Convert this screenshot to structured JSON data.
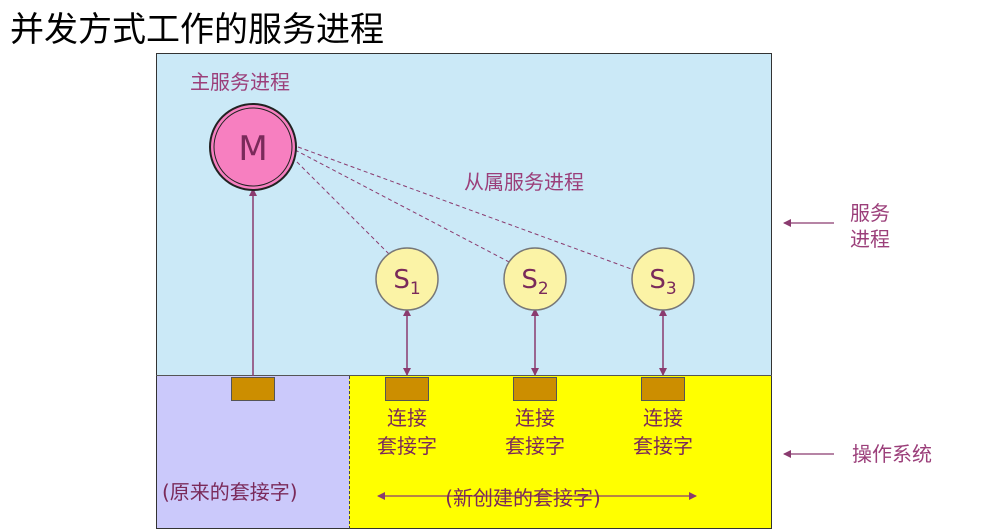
{
  "title": "并发方式工作的服务进程",
  "labels": {
    "master_process": "主服务进程",
    "slave_processes": "从属服务进程",
    "server_process": [
      "服务",
      "进程"
    ],
    "os": "操作系统",
    "original_socket": "(原来的套接字)",
    "new_sockets": "(新创建的套接字)",
    "connection_socket": [
      "连接",
      "套接字"
    ]
  },
  "nodes": {
    "master": "M",
    "slaves": [
      {
        "base": "S",
        "sub": "1"
      },
      {
        "base": "S",
        "sub": "2"
      },
      {
        "base": "S",
        "sub": "3"
      }
    ]
  },
  "colors": {
    "server_area": "#cbe9f7",
    "original_socket_area": "#cbc9fb",
    "new_socket_area": "#ffff00",
    "master_fill": "#f77fc0",
    "slave_fill": "#fbf3a6",
    "socket_block": "#cc8e00",
    "arrow": "#8a3b6f",
    "text": "#9b3f7a"
  }
}
